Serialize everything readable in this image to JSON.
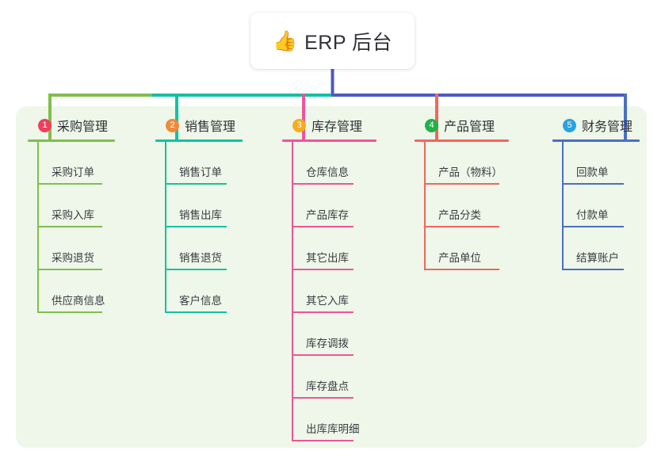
{
  "diagram": {
    "root": {
      "icon": "thumbs-up-icon",
      "icon_glyph": "👍",
      "title": "ERP 后台"
    },
    "panel_color": "#eef7e9",
    "connector_colors": {
      "segment_1": "#7fbf4d",
      "segment_2": "#13c1a3",
      "segment_3": "#4b5bc4",
      "stem": "#4b5bc4",
      "drop_1": "#7fbf4d",
      "drop_2": "#13c1a3",
      "drop_3": "#ee5599",
      "drop_4": "#f0675f",
      "drop_5": "#4b6fc4"
    },
    "columns": [
      {
        "number": "1",
        "title": "采购管理",
        "badge_color": "#f03e5e",
        "line_color": "#7fbf4d",
        "items": [
          {
            "label": "采购订单"
          },
          {
            "label": "采购入库"
          },
          {
            "label": "采购退货"
          },
          {
            "label": "供应商信息"
          }
        ]
      },
      {
        "number": "2",
        "title": "销售管理",
        "badge_color": "#f08a3c",
        "line_color": "#13c1a3",
        "items": [
          {
            "label": "销售订单"
          },
          {
            "label": "销售出库"
          },
          {
            "label": "销售退货"
          },
          {
            "label": "客户信息"
          }
        ]
      },
      {
        "number": "3",
        "title": "库存管理",
        "badge_color": "#f5ae1c",
        "line_color": "#ee5599",
        "items": [
          {
            "label": "仓库信息"
          },
          {
            "label": "产品库存"
          },
          {
            "label": "其它出库"
          },
          {
            "label": "其它入库"
          },
          {
            "label": "库存调拨"
          },
          {
            "label": "库存盘点"
          },
          {
            "label": "出库库明细"
          }
        ]
      },
      {
        "number": "4",
        "title": "产品管理",
        "badge_color": "#22b14c",
        "line_color": "#f0675f",
        "items": [
          {
            "label": "产品（物料）"
          },
          {
            "label": "产品分类"
          },
          {
            "label": "产品单位"
          }
        ]
      },
      {
        "number": "5",
        "title": "财务管理",
        "badge_color": "#2aa3e0",
        "line_color": "#4b6fc4",
        "items": [
          {
            "label": "回款单"
          },
          {
            "label": "付款单"
          },
          {
            "label": "结算账户"
          }
        ]
      }
    ]
  }
}
